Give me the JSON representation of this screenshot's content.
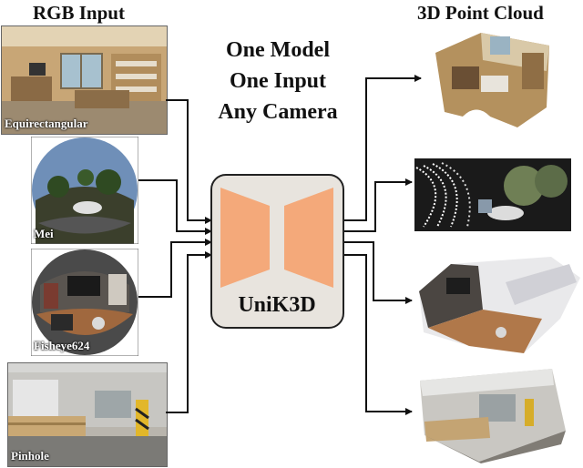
{
  "headings": {
    "input": "RGB Input",
    "output": "3D Point Cloud"
  },
  "tagline": [
    "One Model",
    "One Input",
    "Any Camera"
  ],
  "model": {
    "name": "UniK3D",
    "box_color": "#e8e4de",
    "wedge_color": "#f4a97a"
  },
  "inputs": [
    {
      "label": "Equirectangular",
      "icon": "office-panorama-image"
    },
    {
      "label": "Mei",
      "icon": "fisheye-street-image"
    },
    {
      "label": "Fisheye624",
      "icon": "fisheye-room-image"
    },
    {
      "label": "Pinhole",
      "icon": "warehouse-image"
    }
  ],
  "outputs": [
    {
      "icon": "office-point-cloud"
    },
    {
      "icon": "street-point-cloud"
    },
    {
      "icon": "room-point-cloud"
    },
    {
      "icon": "warehouse-point-cloud"
    }
  ]
}
